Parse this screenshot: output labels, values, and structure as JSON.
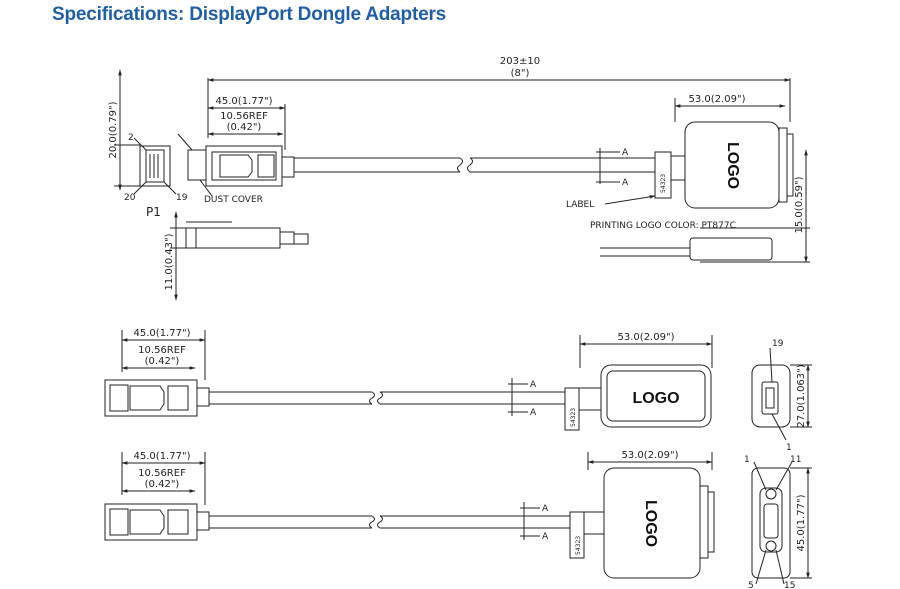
{
  "header": {
    "title": "Specifications: DisplayPort Dongle Adapters"
  },
  "colors": {
    "title": "#1f5fa8",
    "line": "#222222"
  },
  "top_drawing": {
    "overall_length": "203±10",
    "overall_length_in": "(8\")",
    "plug_length": "45.0(1.77\")",
    "plug_ref": "10.56REF",
    "plug_ref_in": "(0.42\")",
    "body_width": "53.0(2.09\")",
    "p1_height": "20.0(0.79\")",
    "pin_2": "2",
    "pin_20": "20",
    "pin_19": "19",
    "p1_label": "P1",
    "dust_cover": "DUST COVER",
    "section_a1": "A",
    "section_a2": "A",
    "label_text": "LABEL",
    "label_code": "54323",
    "logo": "LOGO",
    "printing_note": "PRINTING LOGO COLOR: PT877C",
    "body_height": "15.0(0.59\")",
    "plug_height": "11.0(0.43\")"
  },
  "middle_drawing": {
    "plug_length": "45.0(1.77\")",
    "plug_ref": "10.56REF",
    "plug_ref_in": "(0.42\")",
    "body_width": "53.0(2.09\")",
    "section_a1": "A",
    "section_a2": "A",
    "label_code": "54323",
    "logo": "LOGO",
    "pin_19": "19",
    "pin_1": "1",
    "side_height": "27.0(1.063\")"
  },
  "bottom_drawing": {
    "plug_length": "45.0(1.77\")",
    "plug_ref": "10.56REF",
    "plug_ref_in": "(0.42\")",
    "body_width": "53.0(2.09\")",
    "section_a1": "A",
    "section_a2": "A",
    "label_code": "54323",
    "logo": "LOGO",
    "pin_1": "1",
    "pin_11": "11",
    "pin_5": "5",
    "pin_15": "15",
    "side_height": "45.0(1.77\")"
  }
}
